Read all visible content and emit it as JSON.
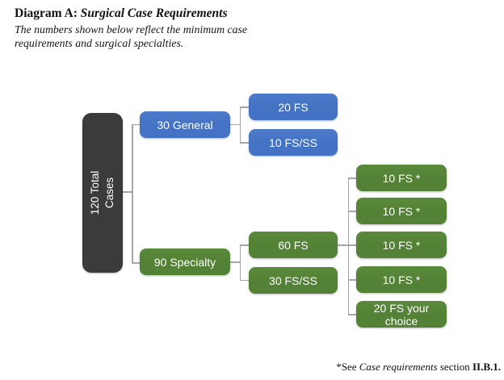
{
  "header": {
    "title_prefix": "Diagram A: ",
    "title_emphasis": "Surgical Case Requirements",
    "subtitle_line1": "The numbers shown below reflect the minimum case",
    "subtitle_line2": "requirements and surgical specialties."
  },
  "diagram": {
    "root": {
      "line1": "120 Total",
      "line2": "Cases"
    },
    "branches": [
      {
        "label": "30 General",
        "children": [
          {
            "label": "20 FS"
          },
          {
            "label": "10 FS/SS"
          }
        ]
      },
      {
        "label": "90 Specialty",
        "children": [
          {
            "label": "60 FS"
          },
          {
            "label": "30 FS/SS"
          }
        ]
      }
    ],
    "fs_children": [
      {
        "label": "10 FS *"
      },
      {
        "label": "10 FS *"
      },
      {
        "label": "10 FS *"
      },
      {
        "label": "10 FS *"
      },
      {
        "label": "20 FS your choice"
      }
    ]
  },
  "footnote": {
    "prefix": "*See ",
    "reference_italic": "Case requirements",
    "middle": " section ",
    "section_bold": "II.B.1."
  },
  "colors": {
    "blue": "#4472C4",
    "green": "#538135",
    "dark": "#3B3B3B",
    "connector": "#A6A6A6"
  }
}
